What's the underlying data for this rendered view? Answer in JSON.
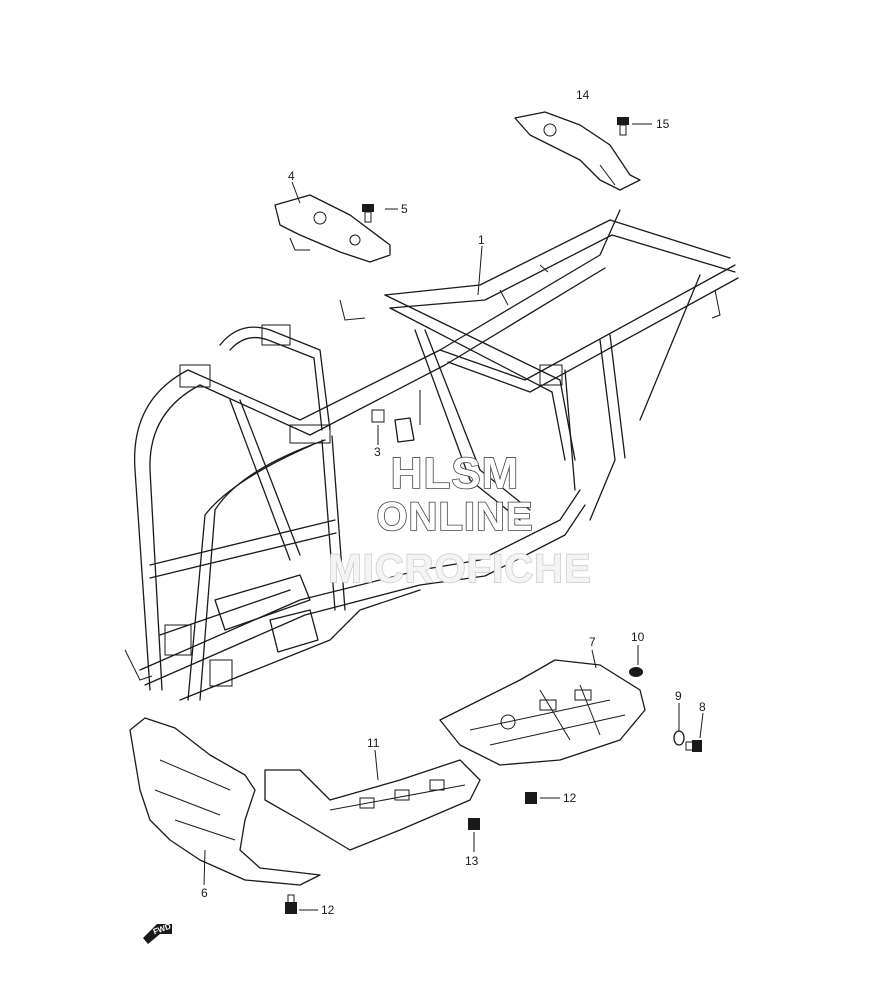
{
  "diagram": {
    "callouts": [
      {
        "id": "c1",
        "label": "1"
      },
      {
        "id": "c3",
        "label": "3"
      },
      {
        "id": "c4",
        "label": "4"
      },
      {
        "id": "c5",
        "label": "5"
      },
      {
        "id": "c6",
        "label": "6"
      },
      {
        "id": "c7",
        "label": "7"
      },
      {
        "id": "c8",
        "label": "8"
      },
      {
        "id": "c9",
        "label": "9"
      },
      {
        "id": "c10",
        "label": "10"
      },
      {
        "id": "c11",
        "label": "11"
      },
      {
        "id": "c12a",
        "label": "12"
      },
      {
        "id": "c12b",
        "label": "12"
      },
      {
        "id": "c13",
        "label": "13"
      },
      {
        "id": "c14",
        "label": "14"
      },
      {
        "id": "c15",
        "label": "15"
      }
    ],
    "direction_marker": "FWD",
    "watermark": [
      "HLSM",
      "ONLINE",
      "MICROFICHE"
    ]
  }
}
